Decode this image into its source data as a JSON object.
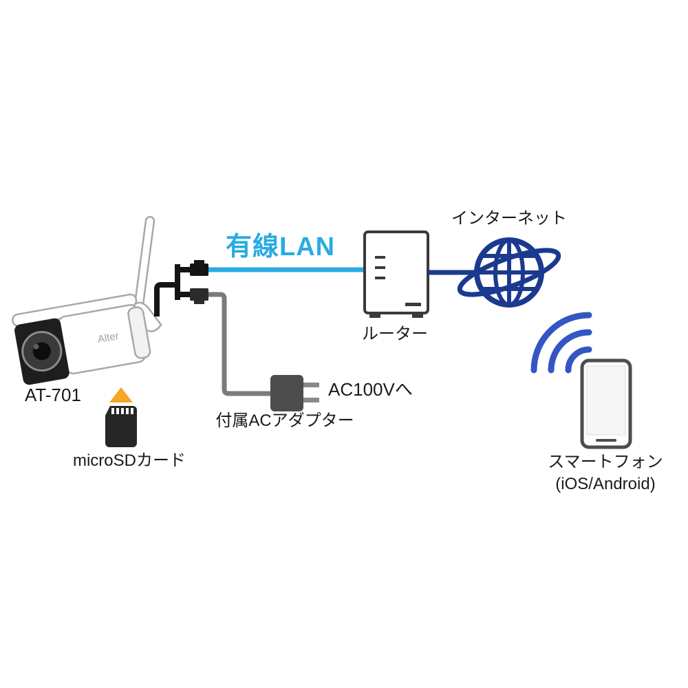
{
  "colors": {
    "lan_blue": "#29ABE2",
    "internet_navy": "#1B3A8F",
    "wifi_blue": "#3356C2",
    "cable_gray": "#7B7B7B",
    "cable_black": "#141414",
    "sd_triangle_orange": "#F5A623",
    "text": "#1A1A1A"
  },
  "camera": {
    "model": "AT-701",
    "brand": "Alter"
  },
  "sd_card": {
    "label": "microSDカード"
  },
  "lan": {
    "label": "有線LAN"
  },
  "router": {
    "label": "ルーター"
  },
  "internet": {
    "label": "インターネット"
  },
  "adapter": {
    "label": "付属ACアダプター",
    "outlet": "AC100Vへ"
  },
  "smartphone": {
    "label": "スマートフォン",
    "sublabel": "(iOS/Android)"
  },
  "icons": {
    "camera": "security-camera-icon",
    "sd": "microsd-card-icon",
    "upload": "upload-triangle-icon",
    "router": "router-icon",
    "globe": "internet-globe-icon",
    "wifi": "wifi-waves-icon",
    "phone": "smartphone-icon",
    "adapter": "ac-adapter-icon"
  }
}
